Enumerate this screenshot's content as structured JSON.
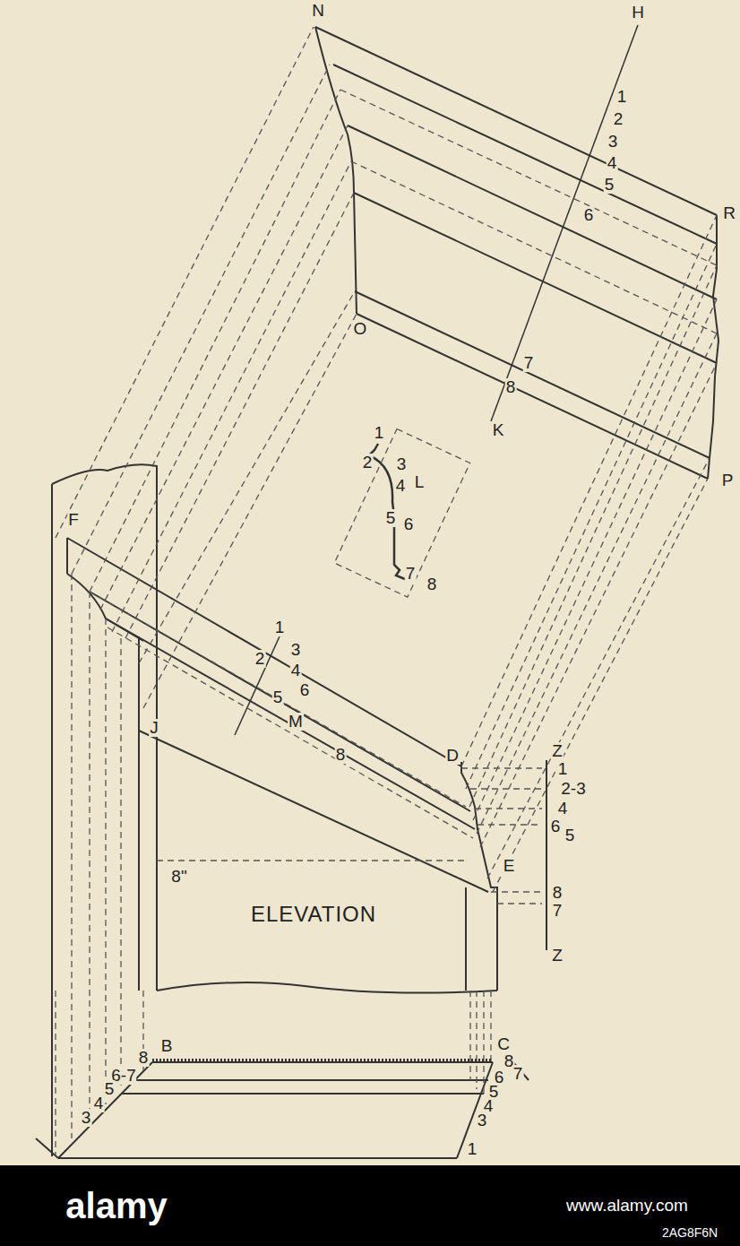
{
  "diagram": {
    "labels": [
      "N",
      "H",
      "1",
      "2",
      "3",
      "4",
      "5",
      "R",
      "6",
      "O",
      "7",
      "8",
      "K",
      "P",
      "1",
      "2",
      "3",
      "4",
      "L",
      "5",
      "6",
      "7",
      "8",
      "F",
      "1",
      "2",
      "3",
      "4",
      "5",
      "6",
      "M",
      "8",
      "J",
      "D",
      "Z",
      "1",
      "2-3",
      "4",
      "6",
      "5",
      "E",
      "8",
      "7",
      "Z",
      "8\"",
      "ELEVATION",
      "B",
      "C",
      "8",
      "7",
      "8",
      "6-7",
      "5",
      "4",
      "3",
      "6",
      "5",
      "4",
      "3",
      "1",
      "alamy",
      "www.alamy.com",
      "2AG8F6N"
    ]
  }
}
